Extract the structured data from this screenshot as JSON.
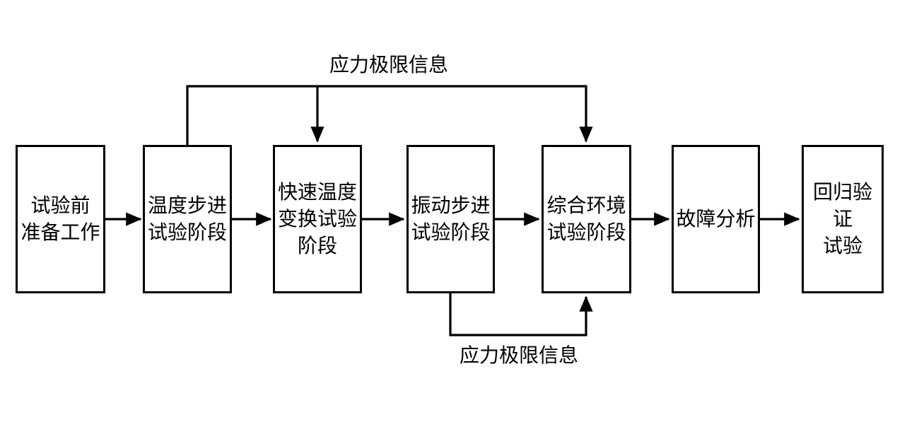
{
  "diagram": {
    "background_color": "#ffffff",
    "line_color": "#000000",
    "text_color": "#000000",
    "nodes": [
      {
        "id": "pre-test-preparation",
        "label": "试验前\n准备工作"
      },
      {
        "id": "temperature-step-test",
        "label": "温度步进\n试验阶段"
      },
      {
        "id": "rapid-temperature-change-test",
        "label": "快速温度\n变换试验\n阶段"
      },
      {
        "id": "vibration-step-test",
        "label": "振动步进\n试验阶段"
      },
      {
        "id": "combined-environment-test",
        "label": "综合环境\n试验阶段"
      },
      {
        "id": "fault-analysis",
        "label": "故障分析"
      },
      {
        "id": "regression-verification-test",
        "label": "回归验证\n试验"
      }
    ],
    "edge_labels": {
      "top": "应力极限信息",
      "bottom": "应力极限信息"
    },
    "edges": [
      {
        "from": "pre-test-preparation",
        "to": "temperature-step-test",
        "type": "flow"
      },
      {
        "from": "temperature-step-test",
        "to": "rapid-temperature-change-test",
        "type": "flow"
      },
      {
        "from": "rapid-temperature-change-test",
        "to": "vibration-step-test",
        "type": "flow"
      },
      {
        "from": "vibration-step-test",
        "to": "combined-environment-test",
        "type": "flow"
      },
      {
        "from": "combined-environment-test",
        "to": "fault-analysis",
        "type": "flow"
      },
      {
        "from": "fault-analysis",
        "to": "regression-verification-test",
        "type": "flow"
      },
      {
        "from": "temperature-step-test",
        "to": "rapid-temperature-change-test",
        "type": "info",
        "label": "应力极限信息",
        "via": "top"
      },
      {
        "from": "temperature-step-test",
        "to": "combined-environment-test",
        "type": "info",
        "label": "应力极限信息",
        "via": "top"
      },
      {
        "from": "vibration-step-test",
        "to": "combined-environment-test",
        "type": "info",
        "label": "应力极限信息",
        "via": "bottom"
      }
    ]
  }
}
